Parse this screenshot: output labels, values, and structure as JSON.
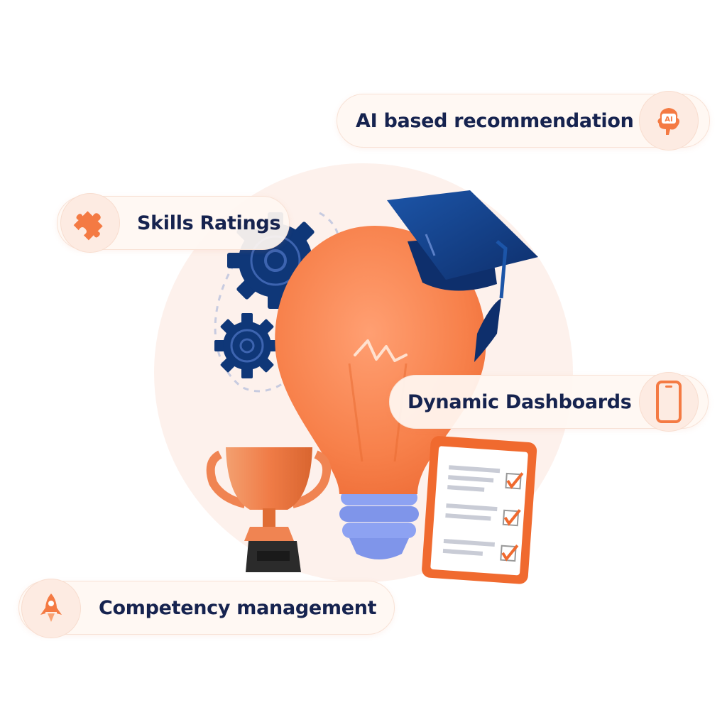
{
  "features": {
    "ai_recommendation": {
      "label": "AI based recommendation",
      "icon": "brain-ai-icon",
      "icon_text": "AI"
    },
    "skills_ratings": {
      "label": "Skills Ratings",
      "icon": "puzzle-piece-icon"
    },
    "dynamic_dashboards": {
      "label": "Dynamic Dashboards",
      "icon": "smartphone-icon"
    },
    "competency_management": {
      "label": "Competency management",
      "icon": "rocket-icon"
    }
  },
  "colors": {
    "primary_orange": "#f47a43",
    "navy": "#0f3778",
    "text": "#16234f",
    "blob": "#fdf1ec",
    "bulb_base": "#8da2f2"
  }
}
